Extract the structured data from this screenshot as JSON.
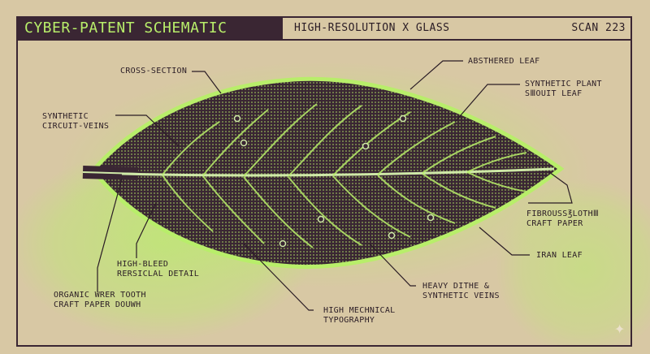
{
  "header": {
    "title": "CYBER-PATENT SCHEMATIC",
    "subtitle": "HIGH-RESOLUTION X GLASS",
    "scan": "SCAN 223"
  },
  "callouts": {
    "cross_section": "CROSS-SECTION",
    "synthetic_circuit_veins": "SYNTHETIC\nCIRCUIT-VEINS",
    "high_bleed": "HIGH-BLEED\nRERSICLAL DETAIL",
    "organic_tooth": "ORGANIC WRER TOOTH\nCRAFT PAPER DOUWH",
    "high_mechnical": "HIGH MECHNICAL\nTYPOGRAPHY",
    "heavy_dithe": "HEAVY DITHE &\nSYNTHETIC VEINS",
    "iran_leaf": "IRAN LEAF",
    "fibrous": "FIBROUSS℥LOTHⅢ\nCRAFT PAPER",
    "synthetic_plant": "SYNTHETIC PLANT\nSⅢOUIT LEAF",
    "abstrered_leaf": "ABSTHERED LEAF"
  },
  "colors": {
    "ink": "#3a2633",
    "neon": "#b8ee6a",
    "paper": "#d8c8a4"
  },
  "icons": [
    "sparkle-icon"
  ]
}
